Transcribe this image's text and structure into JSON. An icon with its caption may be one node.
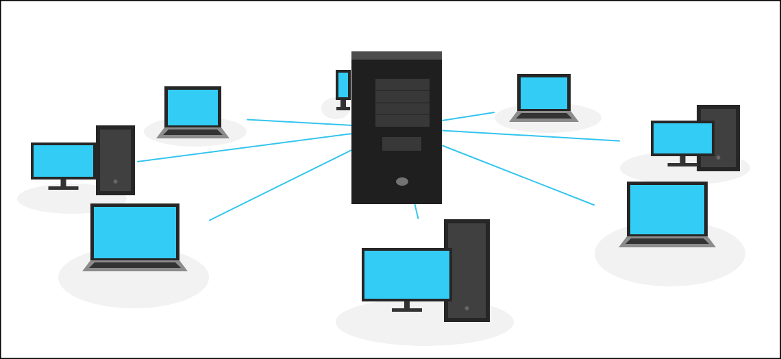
{
  "diagram": {
    "nodes": [
      {
        "text": [],
        "shape": "picture"
      },
      {
        "text": [],
        "shape": "picture"
      },
      {
        "text": [],
        "shape": "picture"
      },
      {
        "text": [],
        "shape": "picture"
      },
      {
        "text": [],
        "shape": "picture"
      },
      {
        "text": [],
        "shape": "picture"
      },
      {
        "text": [],
        "shape": "picture"
      },
      {
        "text": [],
        "shape": "picture"
      },
      {
        "text": [],
        "shape": "picture"
      }
    ],
    "edges": [
      {
        "from": 0,
        "to": 1,
        "arrow": "none"
      },
      {
        "from": 0,
        "to": 2,
        "arrow": "none"
      },
      {
        "from": 0,
        "to": 3,
        "arrow": "none"
      },
      {
        "from": 0,
        "to": 5,
        "arrow": "none"
      },
      {
        "from": 0,
        "to": 6,
        "arrow": "none"
      },
      {
        "from": 0,
        "to": 7,
        "arrow": "none"
      },
      {
        "from": 0,
        "to": 8,
        "arrow": "none"
      }
    ]
  }
}
